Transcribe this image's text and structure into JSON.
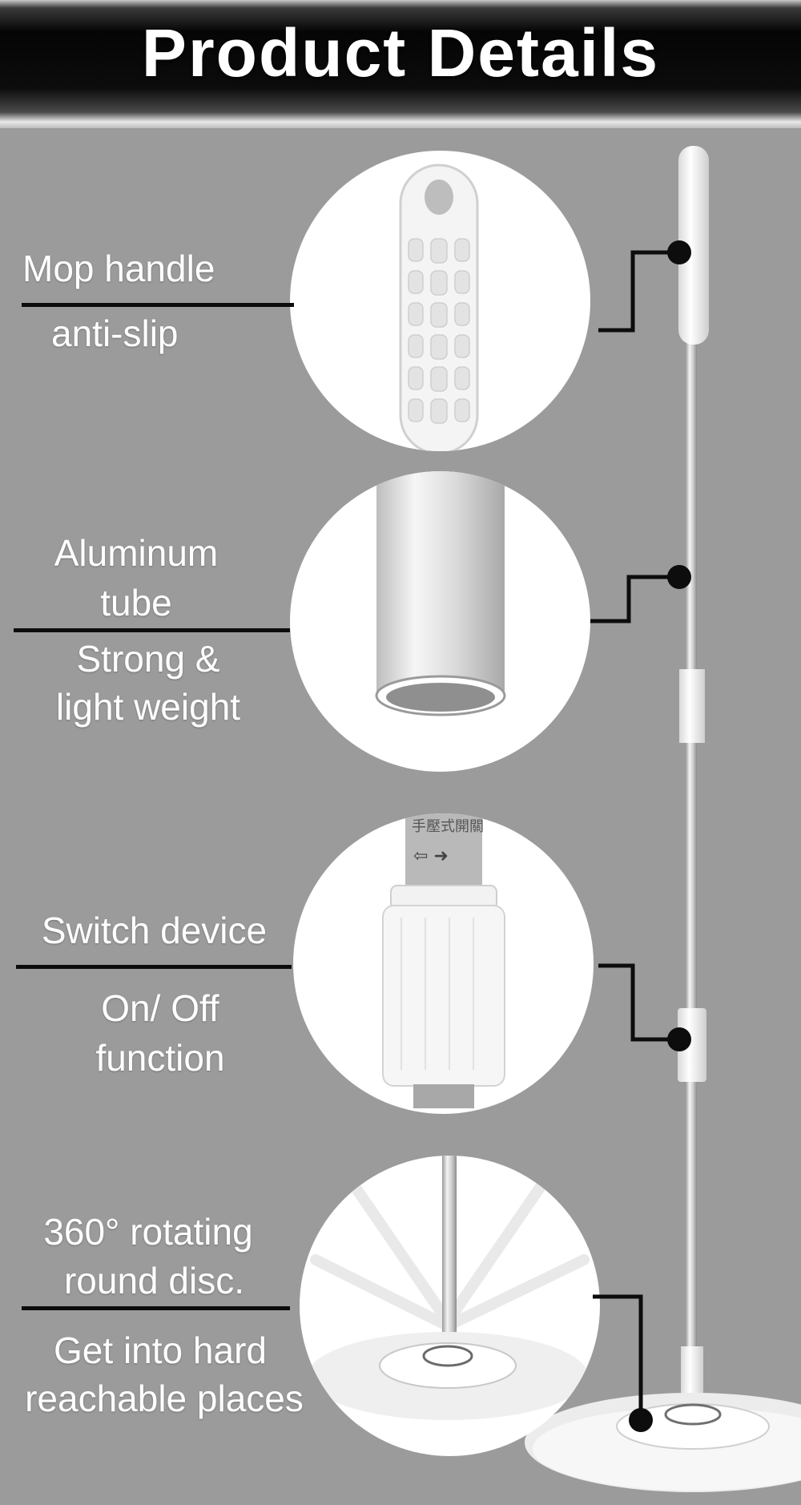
{
  "header": {
    "title": "Product Details"
  },
  "features": [
    {
      "title": "Mop handle",
      "subtitle": "anti-slip"
    },
    {
      "title_line1": "Aluminum",
      "title_line2": "tube",
      "subtitle_line1": "Strong &",
      "subtitle_line2": "light weight"
    },
    {
      "title": "Switch device",
      "subtitle_line1": "On/ Off",
      "subtitle_line2": "function"
    },
    {
      "title_line1": "360° rotating",
      "title_line2": "round disc.",
      "subtitle_line1": "Get into hard",
      "subtitle_line2": "reachable places"
    }
  ],
  "colors": {
    "background": "#9b9b9b",
    "header": "#0a0a0a",
    "accent_line": "#0d0d0d",
    "circle": "#ffffff"
  }
}
